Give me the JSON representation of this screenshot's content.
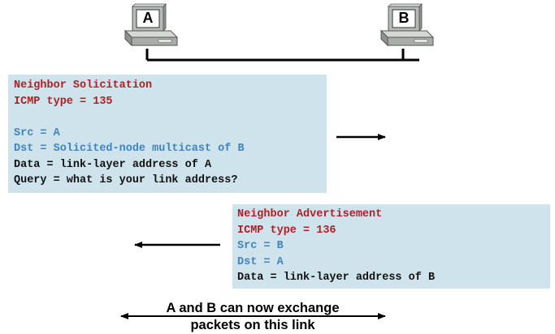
{
  "hosts": {
    "a": "A",
    "b": "B"
  },
  "solicitation": {
    "title": "Neighbor Solicitation",
    "type": "ICMP type = 135",
    "src": "Src = A",
    "dst": "Dst = Solicited-node multicast of B",
    "data": "Data = link-layer address of A",
    "query": "Query = what is your link address?"
  },
  "advertisement": {
    "title": "Neighbor Advertisement",
    "type": "ICMP type = 136",
    "src": "Src = B",
    "dst": "Dst = A",
    "data": "Data = link-layer address of B"
  },
  "footer": {
    "line1": "A and B can now exchange",
    "line2": "packets on this link"
  },
  "colors": {
    "box": "#cfe3ec",
    "header": "#b01f24",
    "address": "#3f84bd",
    "text": "#111111"
  }
}
